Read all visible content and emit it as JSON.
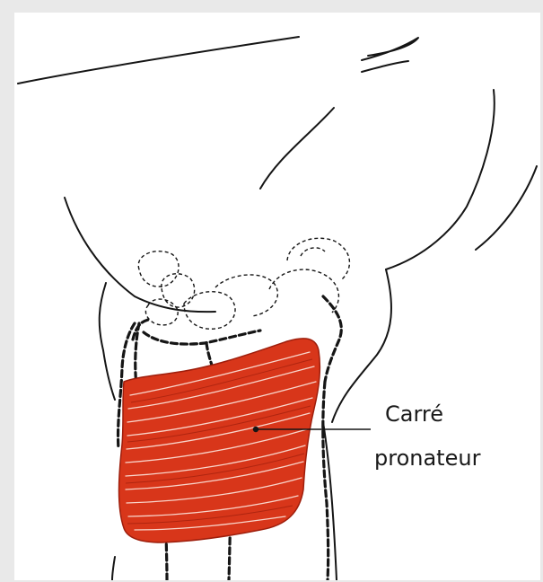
{
  "figure": {
    "label_line1": "Carré",
    "label_line2": "pronateur",
    "colors": {
      "background": "#e9e9e9",
      "panel": "#ffffff",
      "outline": "#151515",
      "muscle": "#d8361a",
      "muscle_dark": "#9e1e0c",
      "muscle_fiber": "#fff1ea"
    },
    "icons": [
      "forearm-outline",
      "carpal-bones-outline",
      "radius-outline",
      "ulna-outline",
      "muscle-shape",
      "leader-line"
    ]
  }
}
